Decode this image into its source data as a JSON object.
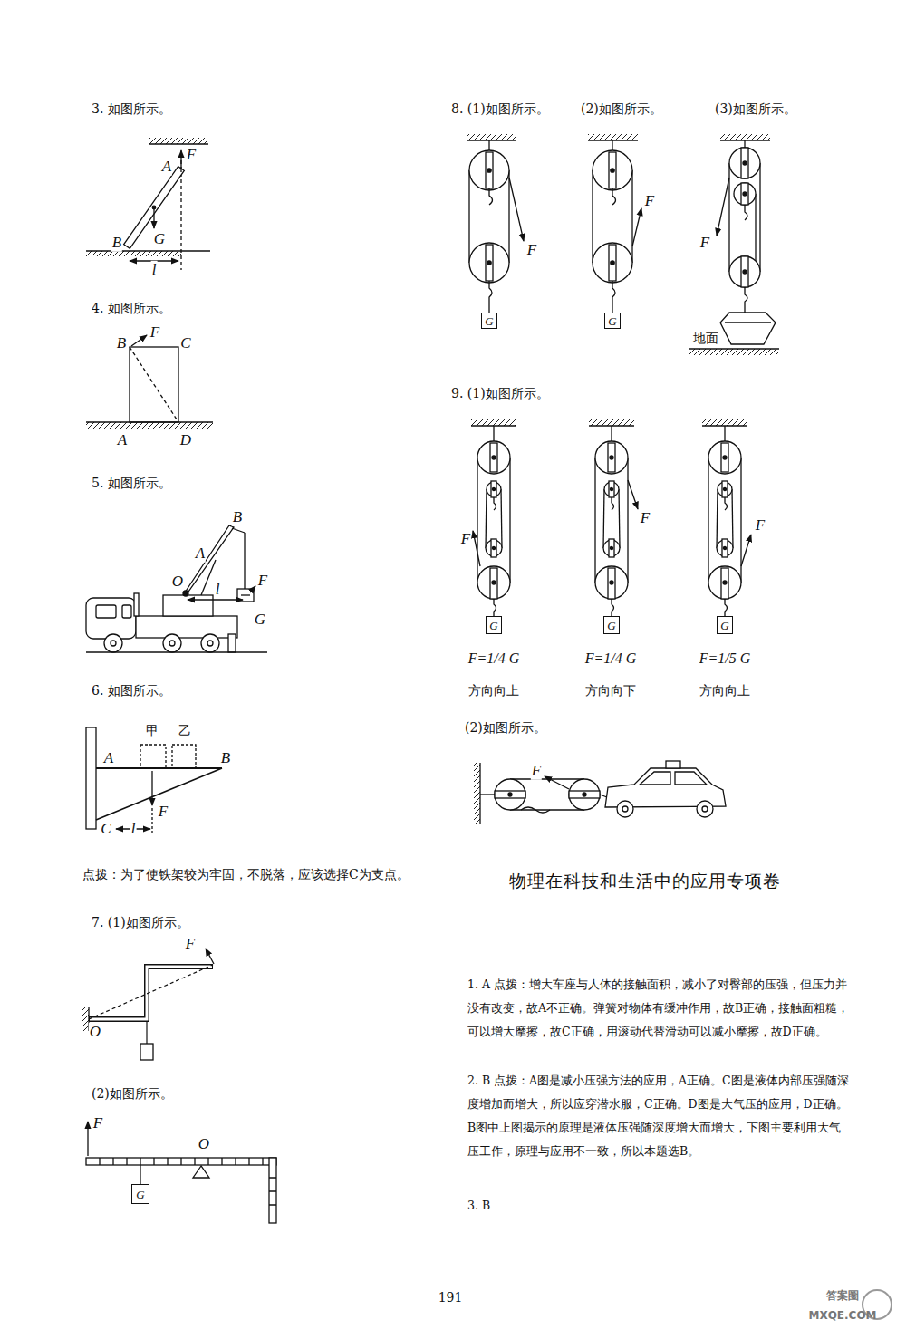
{
  "diagram": {
    "nodes": [
      {
        "text": [
          "G"
        ]
      },
      {
        "text": [
          "G"
        ]
      },
      {
        "text": [
          "G"
        ]
      },
      {
        "text": [
          "G"
        ]
      },
      {
        "text": [
          "G"
        ]
      },
      {
        "text": [
          "G"
        ]
      }
    ],
    "labels": [
      "3. 如图所示。",
      "F",
      "A",
      "G",
      "B",
      "l",
      "4. 如图所示。",
      "B",
      "F",
      "C",
      "A",
      "D",
      "5. 如图所示。",
      "B",
      "A",
      "O",
      "F",
      "l",
      "G",
      "6. 如图所示。",
      "甲",
      "乙",
      "A",
      "B",
      "F",
      "C",
      "l",
      "点拨：为了使铁架较为牢固，不脱落，应该选择C为支点。",
      "7. (1)如图所示。",
      "F",
      "O",
      "(2)如图所示。",
      "F",
      "O",
      "8. (1)如图所示。",
      "(2)如图所示。",
      "(3)如图所示。",
      "F",
      "F",
      "F",
      "地面",
      "9. (1)如图所示。",
      "F",
      "F",
      "F",
      "F=1/4 G",
      "F=1/4 G",
      "F=1/5 G",
      "方向向上",
      "方向向下",
      "方向向上",
      "(2)如图所示。",
      "F",
      "物理在科技和生活中的应用专项卷",
      "1. A  点拨：增大车座与人体的接触面积，减小了对臀部的压强，但压力并没有改变，故A不正确。弹簧对物体有缓冲作用，故B正确，接触面粗糙，可以增大摩擦，故C正确，用滚动代替滑动可以减小摩擦，故D正确。",
      "2. B  点拨：A图是减小压强方法的应用，A正确。C图是液体内部压强随深度增加而增大，所以应穿潜水服，C正确。D图是大气压的应用，D正确。B图中上图揭示的原理是液体压强随深度增大而增大，下图主要利用大气压工作，原理与应用不一致，所以本题选B。",
      "3. B",
      "191",
      "答案圈",
      "MXQE.COM"
    ]
  }
}
